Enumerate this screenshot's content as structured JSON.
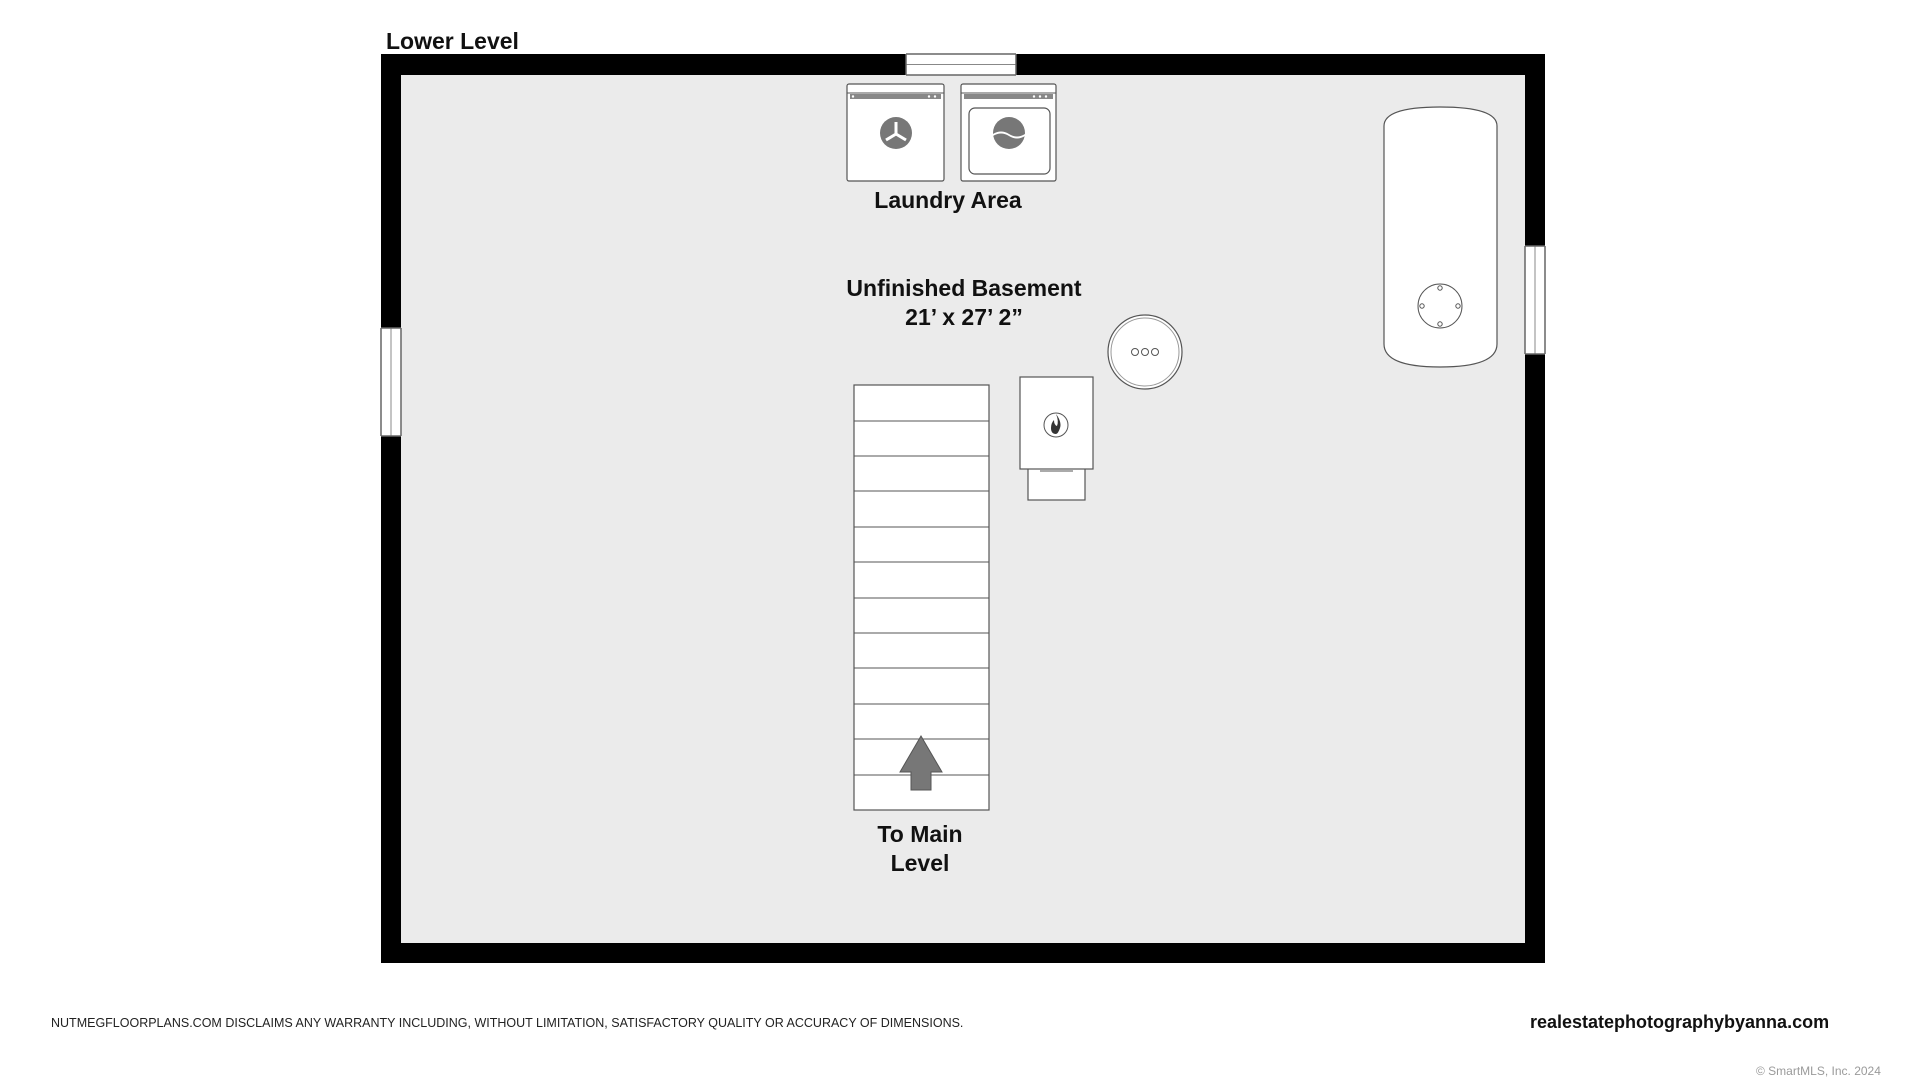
{
  "floor": {
    "level_title": "Lower Level",
    "room": {
      "name": "Unfinished Basement",
      "dimensions": "21’ x 27’ 2”"
    },
    "laundry_label": "Laundry Area",
    "stairs_label_line1": "To Main",
    "stairs_label_line2": "Level"
  },
  "footer": {
    "disclaimer": "NUTMEGFLOORPLANS.COM DISCLAIMS ANY WARRANTY INCLUDING, WITHOUT LIMITATION, SATISFACTORY QUALITY OR ACCURACY OF DIMENSIONS.",
    "website": "realestatephotographybyanna.com",
    "copyright": "© SmartMLS, Inc. 2024"
  },
  "colors": {
    "wall": "#000000",
    "floor": "#ebebeb",
    "fixture_fill": "#ffffff",
    "fixture_stroke": "#555555",
    "arrow": "#777777"
  },
  "icons": {
    "washer": "washer-icon",
    "dryer": "dryer-icon",
    "water_heater": "water-heater-icon",
    "furnace": "furnace-flame-icon",
    "oil_tank": "oil-tank-icon",
    "stairs_arrow": "up-arrow-icon"
  }
}
